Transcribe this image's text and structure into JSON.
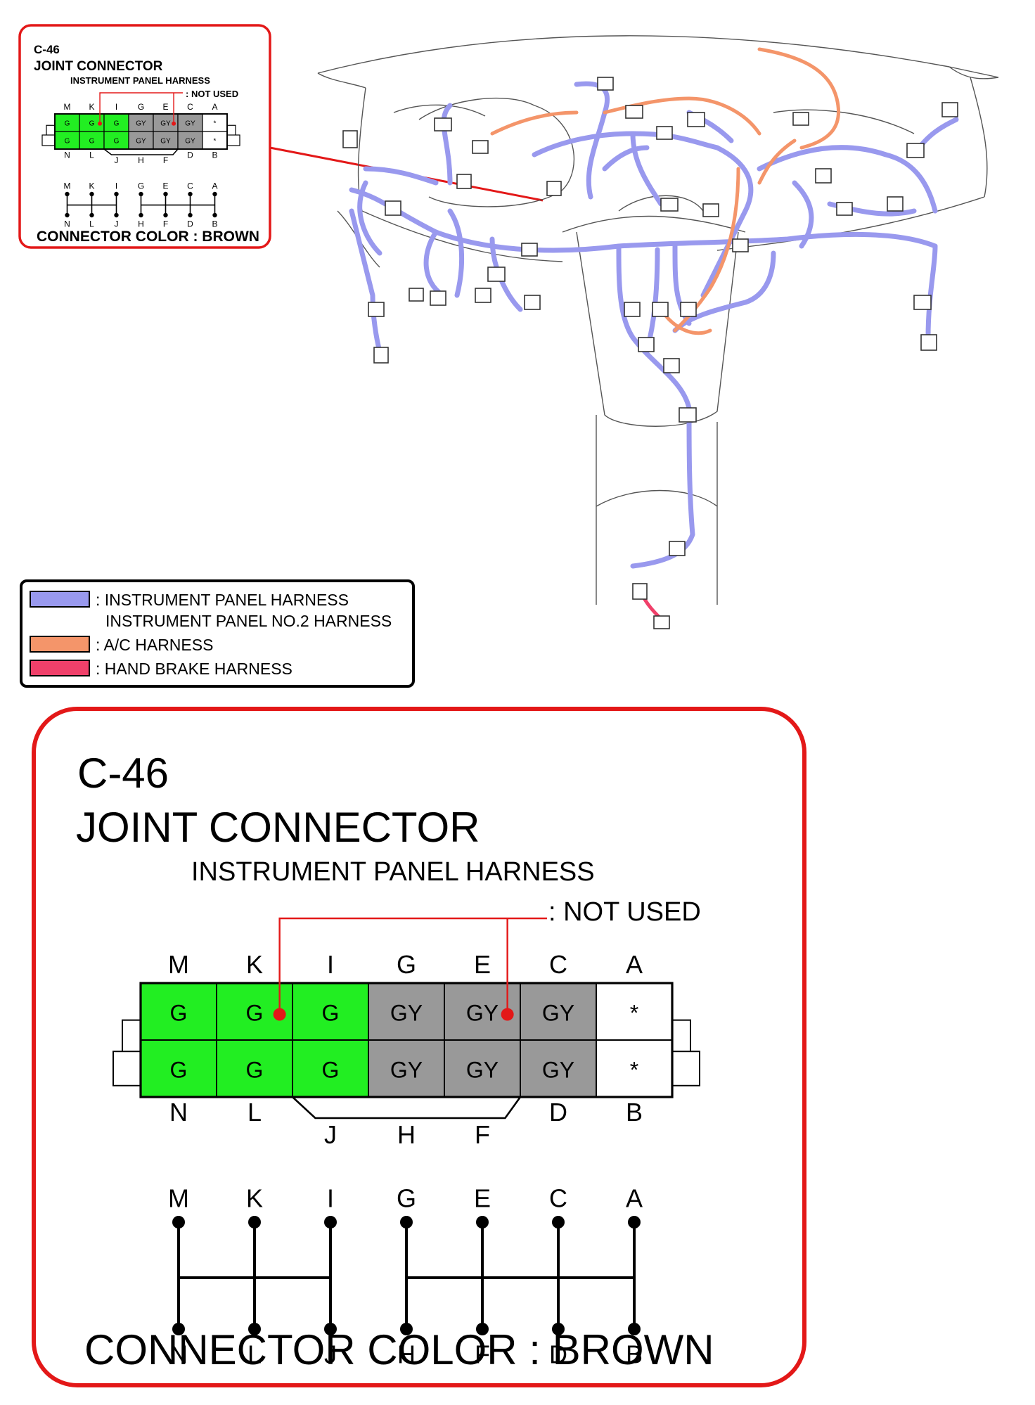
{
  "small_panel": {
    "code": "C-46",
    "title": "JOINT CONNECTOR",
    "harness": "INSTRUMENT PANEL HARNESS",
    "not_used": ": NOT USED",
    "top_letters": [
      "M",
      "K",
      "I",
      "G",
      "E",
      "C",
      "A"
    ],
    "bottom_letters": [
      "N",
      "L",
      "",
      "",
      "",
      "D",
      "B"
    ],
    "group_letters": [
      "J",
      "H",
      "F"
    ],
    "pins_top": [
      "G",
      "G",
      "G",
      "GY",
      "GY",
      "GY",
      "*"
    ],
    "pins_bottom": [
      "G",
      "G",
      "G",
      "GY",
      "GY",
      "GY",
      "*"
    ],
    "schematic_top": [
      "M",
      "K",
      "I",
      "G",
      "E",
      "C",
      "A"
    ],
    "schematic_bottom": [
      "N",
      "L",
      "J",
      "H",
      "F",
      "D",
      "B"
    ],
    "connector_color": "CONNECTOR COLOR : BROWN"
  },
  "legend": {
    "items": [
      {
        "color": "#9999ee",
        "lines": [
          ": INSTRUMENT PANEL HARNESS",
          "INSTRUMENT PANEL NO.2 HARNESS"
        ]
      },
      {
        "color": "#f4956a",
        "lines": [
          ": A/C HARNESS"
        ]
      },
      {
        "color": "#f0406a",
        "lines": [
          ": HAND BRAKE HARNESS"
        ]
      }
    ]
  },
  "large_panel": {
    "code": "C-46",
    "title": "JOINT CONNECTOR",
    "harness": "INSTRUMENT PANEL HARNESS",
    "not_used": ": NOT USED",
    "top_letters": [
      "M",
      "K",
      "I",
      "G",
      "E",
      "C",
      "A"
    ],
    "bottom_letters": [
      "N",
      "L",
      "",
      "",
      "",
      "D",
      "B"
    ],
    "group_letters": [
      "J",
      "H",
      "F"
    ],
    "pins_top": [
      "G",
      "G",
      "G",
      "GY",
      "GY",
      "GY",
      "*"
    ],
    "pins_bottom": [
      "G",
      "G",
      "G",
      "GY",
      "GY",
      "GY",
      "*"
    ],
    "schematic_top": [
      "M",
      "K",
      "I",
      "G",
      "E",
      "C",
      "A"
    ],
    "schematic_bottom": [
      "N",
      "L",
      "J",
      "H",
      "F",
      "D",
      "B"
    ],
    "connector_color": "CONNECTOR COLOR : BROWN"
  },
  "colors": {
    "green_pin": "#22ee22",
    "gray_pin": "#999999",
    "red": "#e31818",
    "harness_blue": "#9999ee",
    "harness_orange": "#f4956a",
    "harness_red": "#f0406a"
  }
}
